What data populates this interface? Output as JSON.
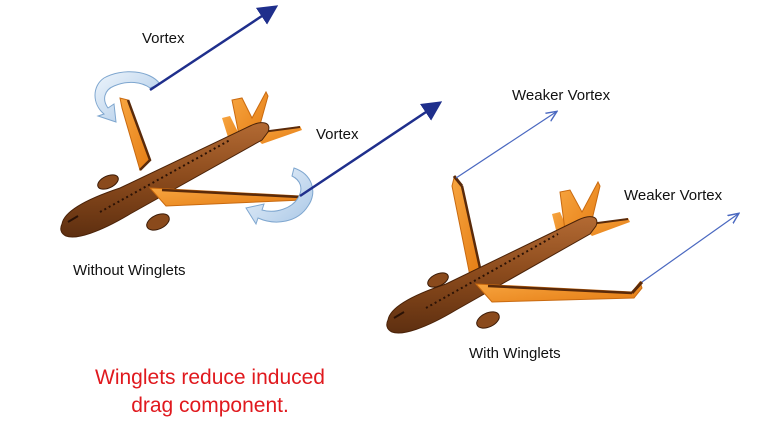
{
  "labels": {
    "vortex_top": "Vortex",
    "vortex_mid": "Vortex",
    "weaker_vortex_top": "Weaker Vortex",
    "weaker_vortex_right": "Weaker Vortex",
    "without_winglets": "Without Winglets",
    "with_winglets": "With Winglets"
  },
  "caption": {
    "line1": "Winglets  reduce induced",
    "line2": "drag  component."
  },
  "colors": {
    "fuselage": "#8a4a1c",
    "wing": "#f2922a",
    "strong_arrow": "#1f2f8c",
    "weak_arrow": "#4a68c0",
    "vortex_swirl": "#a9c7e6",
    "caption": "#e0191e"
  },
  "icons": [
    "airplane-icon",
    "vortex-swirl-icon",
    "arrow-icon"
  ]
}
